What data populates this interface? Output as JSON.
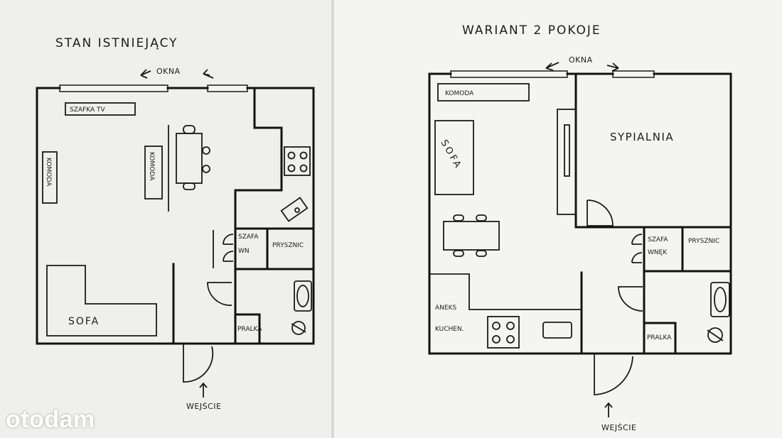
{
  "left_plan": {
    "title": "STAN ISTNIEJĄCY",
    "windows_label": "OKNA",
    "tv_cabinet": "SZAFKA TV",
    "dresser_vertical": "KOMODA",
    "dresser_center": "KOMODA",
    "sofa": "SOFA",
    "wardrobe_line1": "SZAFA",
    "wardrobe_line2": "WN",
    "shower": "PRYSZNIC",
    "washer": "PRALKA",
    "entrance": "WEJŚCIE"
  },
  "right_plan": {
    "title": "WARIANT 2 POKOJE",
    "windows_label": "OKNA",
    "dresser": "KOMODA",
    "sofa": "SOFA",
    "bedroom": "SYPIALNIA",
    "wardrobe_line1": "SZAFA",
    "wardrobe_line2": "WNĘK",
    "shower": "PRYSZNIC",
    "kitchen_line1": "ANEKS",
    "kitchen_line2": "KUCHEN.",
    "washer": "PRALKA",
    "entrance": "WEJŚCIE"
  },
  "watermark": "otodam"
}
